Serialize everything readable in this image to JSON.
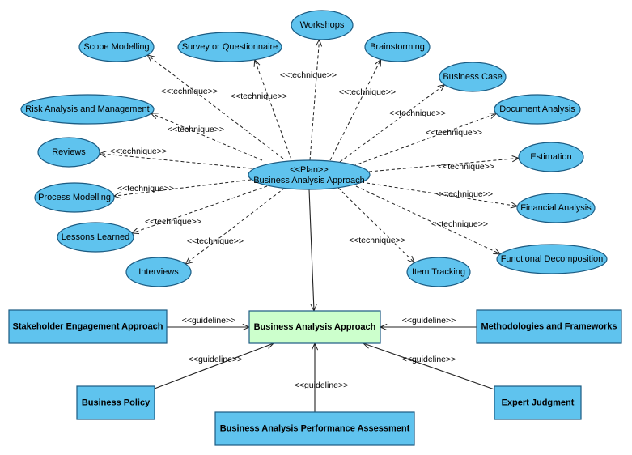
{
  "plan": {
    "stereotype": "<<Plan>>",
    "name": "Business Analysis Approach"
  },
  "techniques": [
    {
      "id": "scope",
      "label": "Scope Modelling",
      "edge_label": "<<technique>>"
    },
    {
      "id": "survey",
      "label": "Survey or Questionnaire",
      "edge_label": "<<technique>>"
    },
    {
      "id": "workshops",
      "label": "Workshops",
      "edge_label": "<<technique>>"
    },
    {
      "id": "brainstorming",
      "label": "Brainstorming",
      "edge_label": "<<technique>>"
    },
    {
      "id": "bizcase",
      "label": "Business Case",
      "edge_label": "<<technique>>"
    },
    {
      "id": "docanalysis",
      "label": "Document Analysis",
      "edge_label": "<<technique>>"
    },
    {
      "id": "estimation",
      "label": "Estimation",
      "edge_label": "<<technique>>"
    },
    {
      "id": "financial",
      "label": "Financial Analysis",
      "edge_label": "<<technique>>"
    },
    {
      "id": "functional",
      "label": "Functional Decomposition",
      "edge_label": "<<technique>>"
    },
    {
      "id": "itemtracking",
      "label": "Item Tracking",
      "edge_label": "<<technique>>"
    },
    {
      "id": "interviews",
      "label": "Interviews",
      "edge_label": "<<technique>>"
    },
    {
      "id": "lessons",
      "label": "Lessons Learned",
      "edge_label": "<<technique>>"
    },
    {
      "id": "process",
      "label": "Process Modelling",
      "edge_label": "<<technique>>"
    },
    {
      "id": "reviews",
      "label": "Reviews",
      "edge_label": "<<technique>>"
    },
    {
      "id": "risk",
      "label": "Risk Analysis and Management",
      "edge_label": "<<technique>>"
    }
  ],
  "center": {
    "label": "Business Analysis Approach"
  },
  "guidelines": [
    {
      "id": "stakeholder",
      "label": "Stakeholder Engagement Approach",
      "edge_label": "<<guideline>>"
    },
    {
      "id": "methodologies",
      "label": "Methodologies and Frameworks",
      "edge_label": "<<guideline>>"
    },
    {
      "id": "policy",
      "label": "Business Policy",
      "edge_label": "<<guideline>>"
    },
    {
      "id": "performance",
      "label": "Business Analysis Performance Assessment",
      "edge_label": "<<guideline>>"
    },
    {
      "id": "expert",
      "label": "Expert Judgment",
      "edge_label": "<<guideline>>"
    }
  ],
  "colors": {
    "node_fill": "#5fc3ee",
    "node_stroke": "#1b5b82",
    "center_fill": "#ccffcc"
  }
}
